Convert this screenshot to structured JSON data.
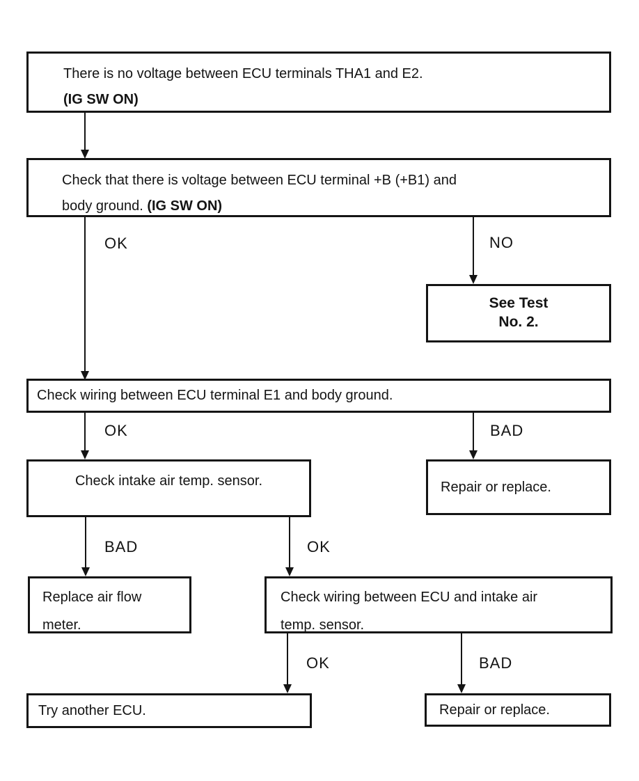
{
  "page": {
    "background_color": "#ffffff",
    "ink_color": "#141414"
  },
  "flowchart": {
    "nodes": {
      "no_voltage": {
        "line1": "There is no voltage between ECU terminals THA1 and E2.",
        "line2": "(IG SW ON)"
      },
      "check_voltage": {
        "line1": "Check that there is voltage between ECU terminal +B (+B1) and",
        "line2_prefix": "body ground. ",
        "line2_bold": "(IG SW ON)"
      },
      "see_test": {
        "line1": "See Test",
        "line2": "No. 2."
      },
      "check_wiring_e1": {
        "text": "Check wiring between ECU terminal E1 and body ground."
      },
      "check_intake_sensor": {
        "text": "Check intake air temp. sensor."
      },
      "repair_or_replace_1": {
        "text": "Repair or replace."
      },
      "replace_air_flow": {
        "line1": "Replace air flow",
        "line2": "meter."
      },
      "check_wiring_intake": {
        "line1": "Check wiring between ECU and intake air",
        "line2": "temp. sensor."
      },
      "try_another_ecu": {
        "text": "Try another ECU."
      },
      "repair_or_replace_2": {
        "text": "Repair or replace."
      }
    },
    "edge_labels": {
      "ok1": "OK",
      "no1": "NO",
      "ok2": "OK",
      "bad1": "BAD",
      "bad2": "BAD",
      "ok3": "OK",
      "ok4": "OK",
      "bad3": "BAD"
    }
  }
}
